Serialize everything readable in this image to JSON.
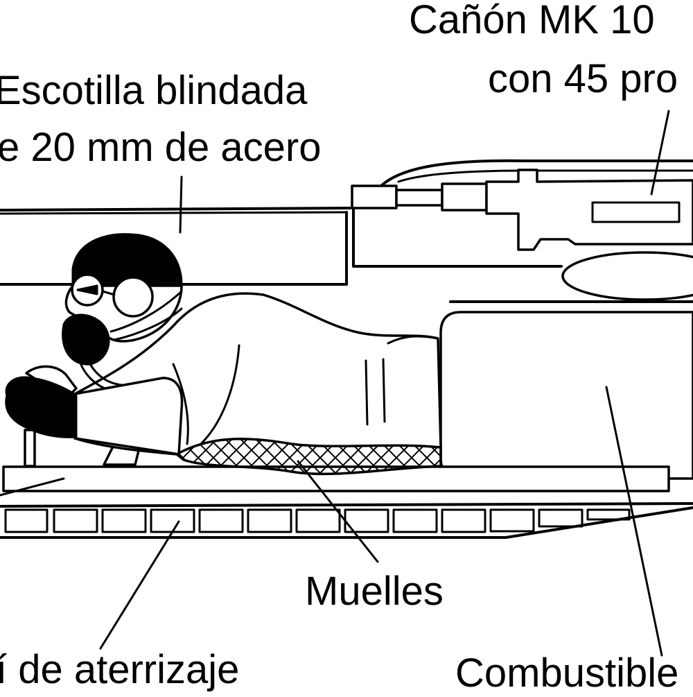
{
  "labels": {
    "cannon_line1": "Cañón MK 10",
    "cannon_line2": "con 45 pro",
    "hatch_line1": "Escotilla blindada",
    "hatch_line2": "e 20 mm de acero",
    "springs": "Muelles",
    "skid": "í de aterrizaje",
    "fuel": "Combustible"
  },
  "colors": {
    "ink": "#000000",
    "paper": "#ffffff"
  }
}
